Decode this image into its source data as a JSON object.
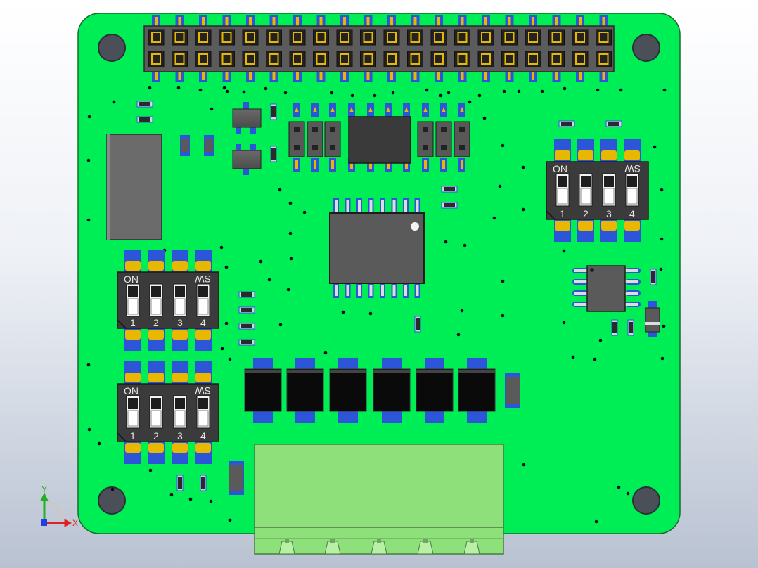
{
  "board": {
    "board_color": "#00ee55",
    "mask_dark": "#0a0a0a",
    "pad_blue": "#2c55d8",
    "pad_gold": "#e8b800",
    "ic_body": "#5a5a5a",
    "terminal_green": "#8de07a"
  },
  "dip_switches": [
    {
      "on_label": "ON",
      "brand_label": "SW",
      "positions": [
        "1",
        "2",
        "3",
        "4"
      ]
    },
    {
      "on_label": "ON",
      "brand_label": "SW",
      "positions": [
        "1",
        "2",
        "3",
        "4"
      ]
    },
    {
      "on_label": "ON",
      "brand_label": "SW",
      "positions": [
        "1",
        "2",
        "3",
        "4"
      ]
    }
  ],
  "triad": {
    "x_label": "X",
    "y_label": "Y",
    "x_color": "#e02020",
    "y_color": "#20b020",
    "z_color": "#2040e0"
  }
}
